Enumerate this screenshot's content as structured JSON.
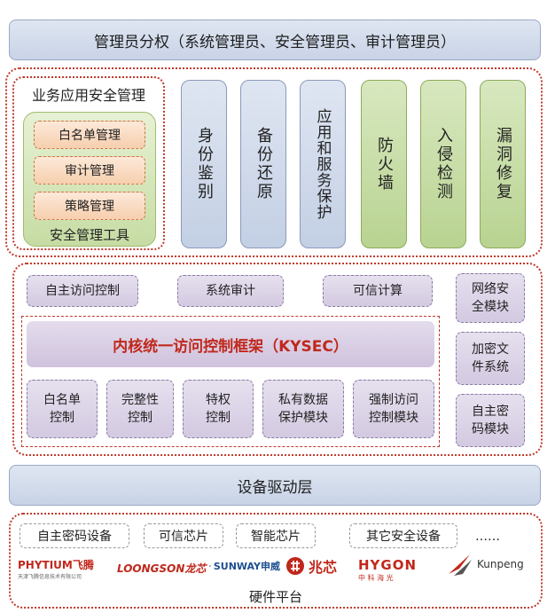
{
  "top_bar": "管理员分权（系统管理员、安全管理员、审计管理员）",
  "business": {
    "title": "业务应用安全管理",
    "items": [
      "白名单管理",
      "审计管理",
      "策略管理"
    ],
    "footer": "安全管理工具"
  },
  "columns": [
    {
      "label": "身份鉴别",
      "color": "blue"
    },
    {
      "label": "备份还原",
      "color": "blue"
    },
    {
      "label": "应用和服务保护",
      "color": "blue"
    },
    {
      "label": "防火墙",
      "color": "green"
    },
    {
      "label": "入侵检测",
      "color": "green"
    },
    {
      "label": "漏洞修复",
      "color": "green"
    }
  ],
  "kernel": {
    "top": [
      "自主访问控制",
      "系统审计",
      "可信计算"
    ],
    "framework": "内核统一访问控制框架（KYSEC）",
    "bottom": [
      "白名单\n控制",
      "完整性\n控制",
      "特权\n控制",
      "私有数据\n保护模块",
      "强制访问\n控制模块"
    ],
    "right": [
      "网络安\n全模块",
      "加密文\n件系统",
      "自主密\n码模块"
    ]
  },
  "driver_bar": "设备驱动层",
  "hardware": {
    "items": [
      "自主密码设备",
      "可信芯片",
      "智能芯片",
      "其它安全设备",
      "……"
    ],
    "logos": [
      {
        "name": "phytium",
        "text": "PHYTIUM飞腾",
        "sub": "天津飞腾信息技术有限公司",
        "color": "#c0281c"
      },
      {
        "name": "loongson",
        "text": "LOONGSON龙芯",
        "sub": "",
        "color": "#c0281c"
      },
      {
        "name": "sunway",
        "text": "SUNWAY申威",
        "sub": "",
        "color": "#1d4f91"
      },
      {
        "name": "zhaoxin",
        "text": "兆芯",
        "sub": "",
        "color": "#c0281c"
      },
      {
        "name": "hygon",
        "text": "HYGON",
        "sub": "中 科 海 光",
        "color": "#c0281c"
      },
      {
        "name": "kunpeng",
        "text": "Kunpeng",
        "sub": "",
        "color": "#333333"
      }
    ],
    "label": "硬件平台"
  }
}
